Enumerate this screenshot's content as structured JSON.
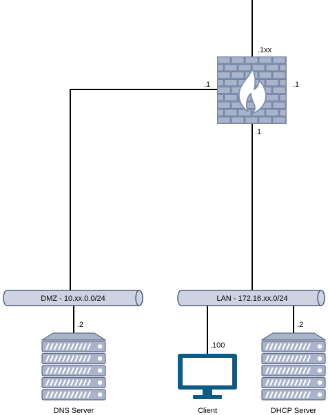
{
  "colors": {
    "firewall_fill": "#a9b3c9",
    "firewall_stroke": "#6a7a9c",
    "bus_fill": "#cdd3e0",
    "bus_stroke": "#4f5f80",
    "server_fill": "#a9b3c9",
    "server_stroke": "#5b6b8c",
    "client_color": "#0e5c85",
    "line_color": "#000000"
  },
  "firewall": {
    "icon": "firewall-icon",
    "labels": {
      "top": ".1xx",
      "left": ".1",
      "right": ".1",
      "bottom": ".1"
    }
  },
  "networks": [
    {
      "id": "dmz",
      "label": "DMZ - 10.xx.0.0/24"
    },
    {
      "id": "lan",
      "label": "LAN - 172.16.xx.0/24"
    }
  ],
  "nodes": [
    {
      "id": "dns",
      "icon": "server-icon",
      "label": "DNS Server",
      "ip": ".2"
    },
    {
      "id": "client",
      "icon": "monitor-icon",
      "label": "Client",
      "ip": ".100"
    },
    {
      "id": "dhcp",
      "icon": "server-icon",
      "label": "DHCP Server",
      "ip": ".2"
    }
  ]
}
